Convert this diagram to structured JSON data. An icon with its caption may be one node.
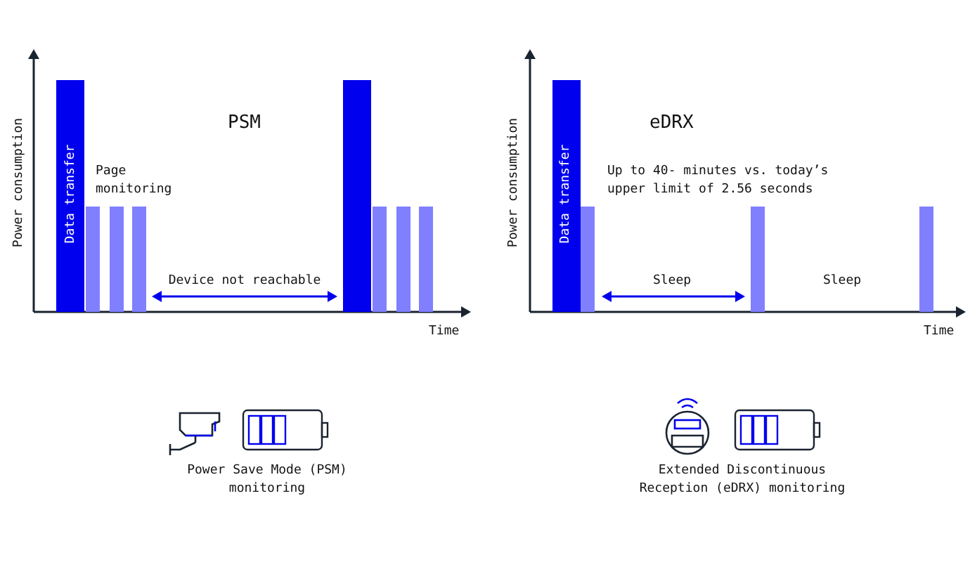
{
  "diagram": {
    "labels": [
      "Power consumption",
      "Data transfer",
      "PSM",
      "Page monitoring",
      "Device not reachable",
      "Time",
      "Power consumption",
      "Data transfer",
      "eDRX",
      "Up to 40- minutes vs. today’s upper limit of 2.56 seconds",
      "Sleep",
      "Sleep",
      "Time",
      "Power Save Mode (PSM) monitoring",
      "Extended Discontinuous Reception (eDRX) monitoring"
    ]
  }
}
